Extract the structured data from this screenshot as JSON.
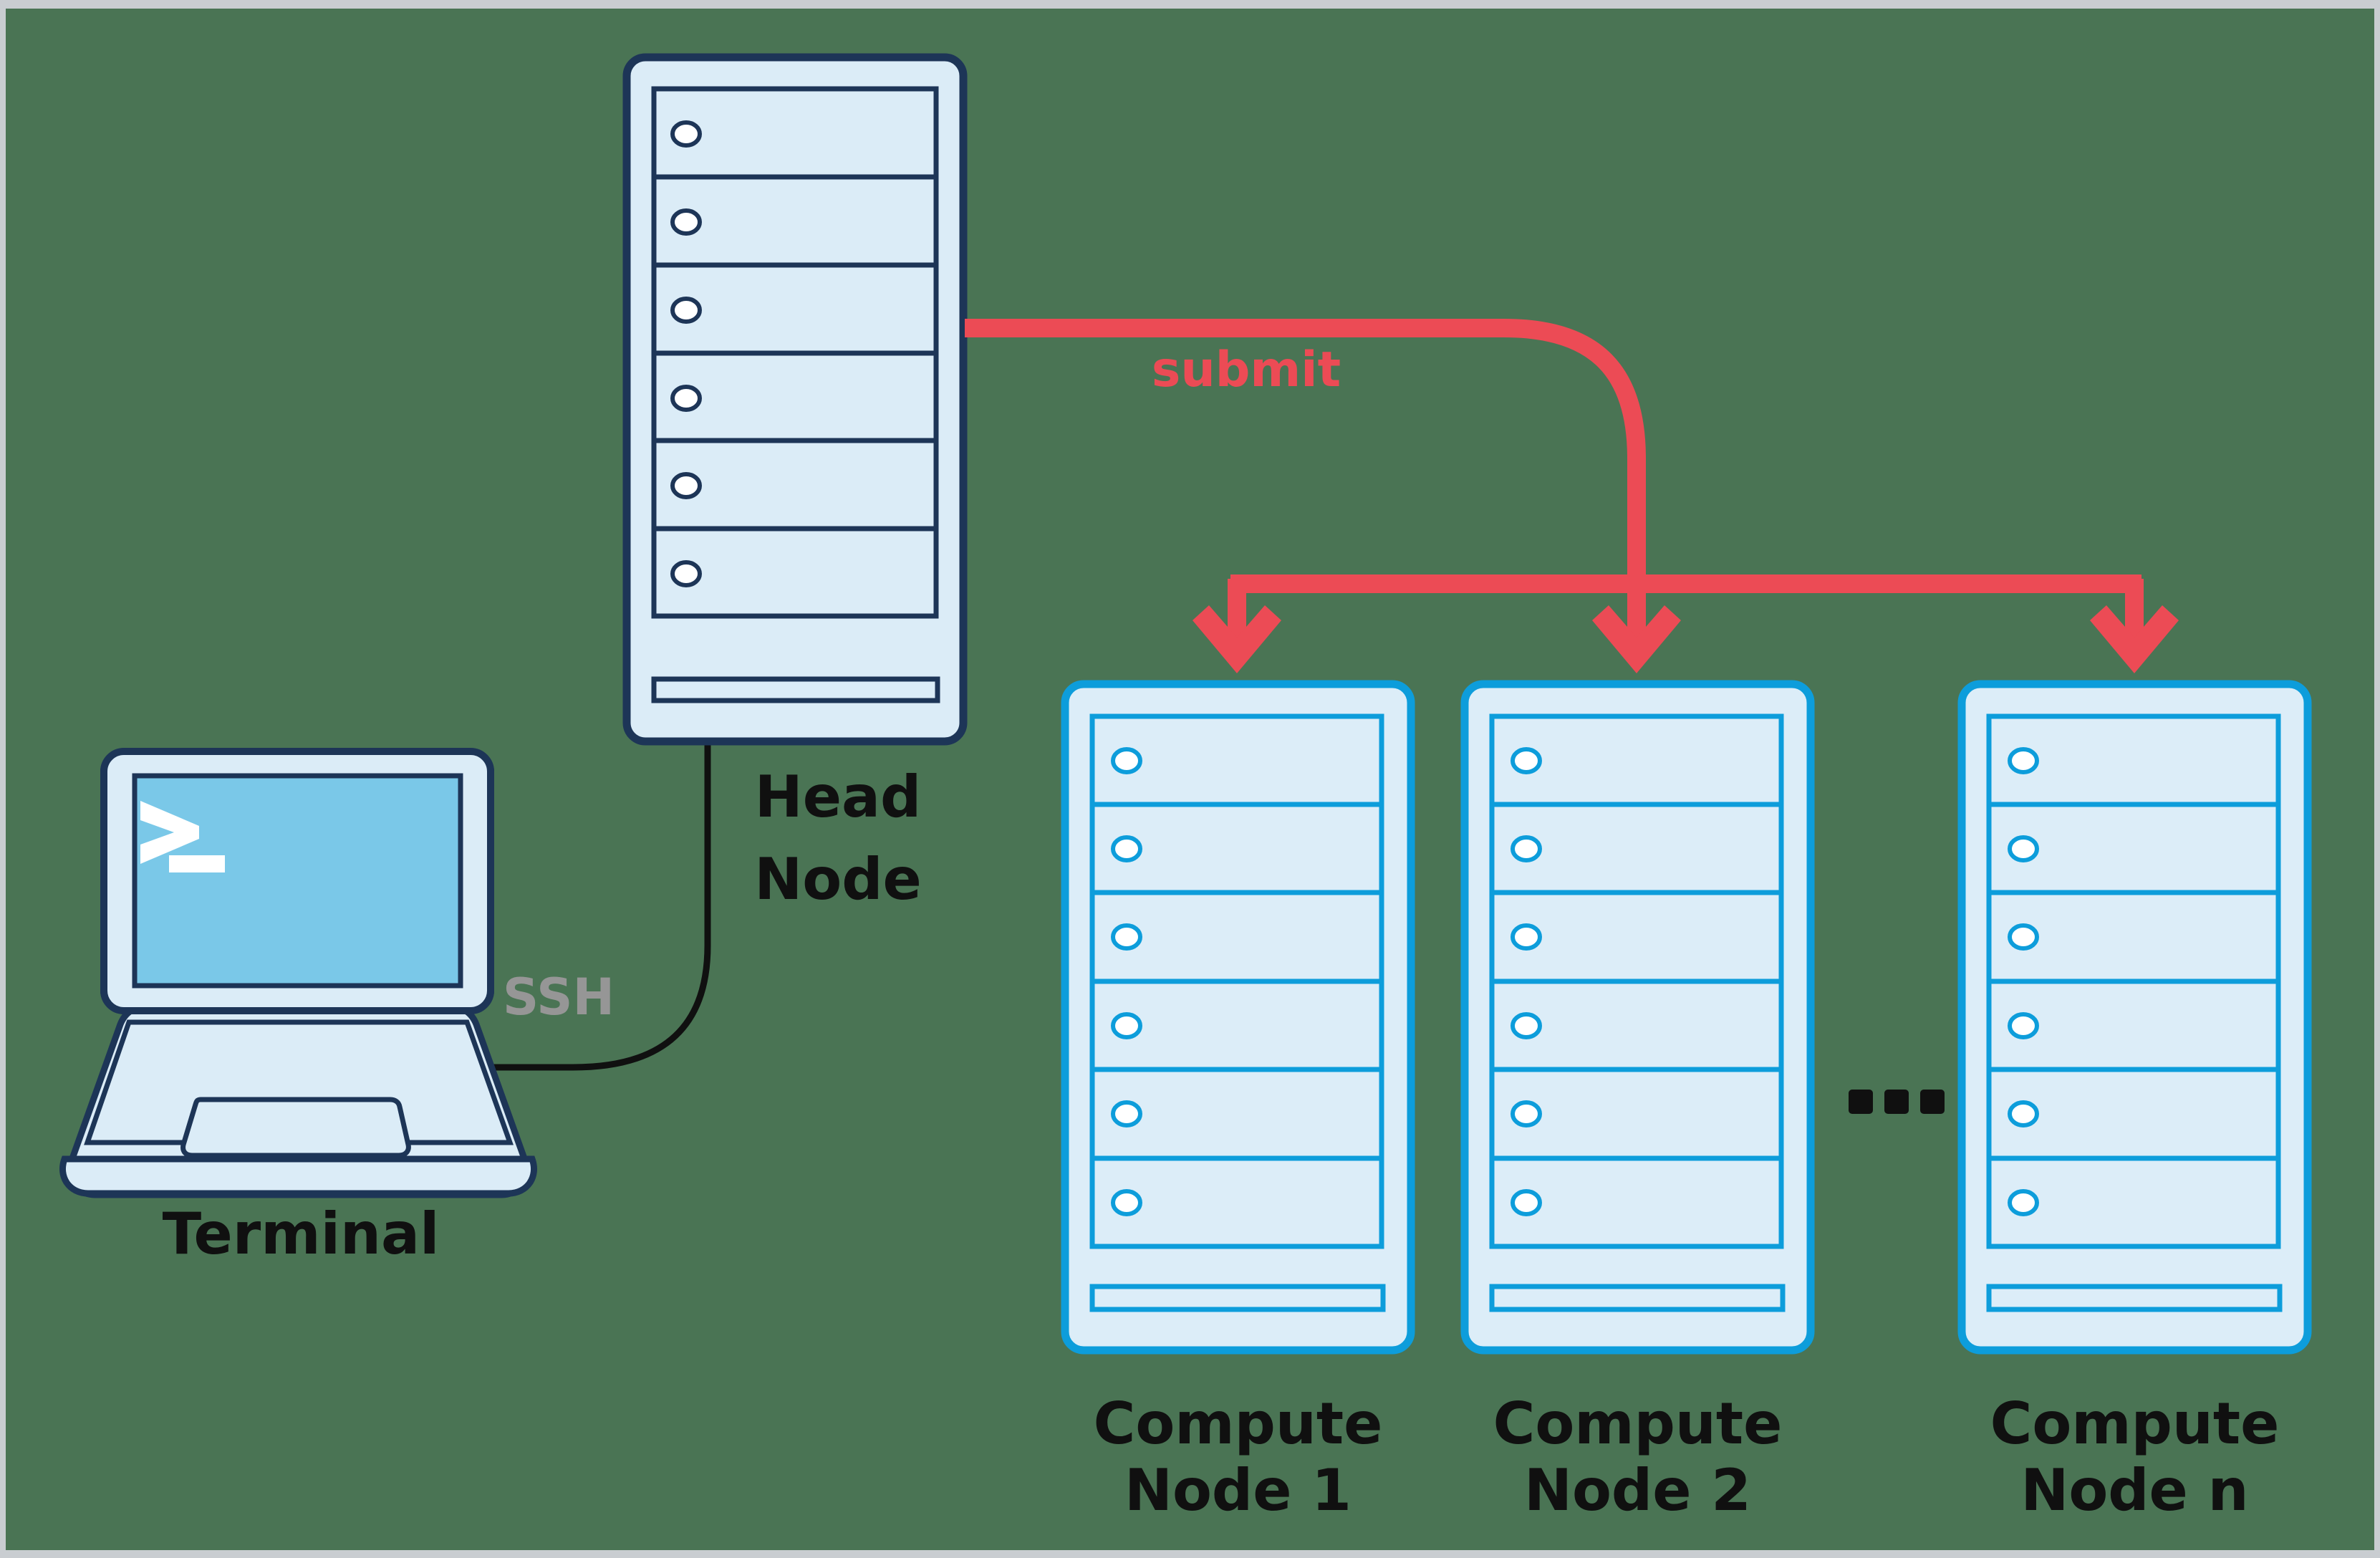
{
  "diagram": {
    "title": "HPC cluster job submission diagram",
    "background_color": "#4a7454",
    "border_color": "#c9cdd1"
  },
  "colors": {
    "head_node_stroke": "#1d3557",
    "head_node_fill": "#dbecf7",
    "compute_node_stroke": "#0d9ddb",
    "compute_node_fill": "#dcedf8",
    "laptop_stroke": "#1d3557",
    "laptop_fill": "#dbecf7",
    "laptop_screen": "#7ac8e8",
    "prompt_color": "#ffffff",
    "submit_arrow": "#ec4b55",
    "ssh_line": "#101010",
    "ssh_text": "#969696",
    "label_text": "#101010",
    "slot_circle_fill": "#ffffff"
  },
  "terminal": {
    "label": "Terminal",
    "prompt_symbol": ">",
    "cursor_symbol": "_",
    "icon": "laptop-terminal-icon"
  },
  "head_node": {
    "label": "Head\nNode",
    "label_line_1": "Head",
    "label_line_2": "Node",
    "slot_count": 6,
    "icon": "server-rack-icon"
  },
  "compute_nodes": [
    {
      "label_line_1": "Compute",
      "label_line_2": "Node 1",
      "label": "Compute Node 1",
      "slot_count": 6,
      "icon": "server-rack-icon"
    },
    {
      "label_line_1": "Compute",
      "label_line_2": "Node 2",
      "label": "Compute Node 2",
      "slot_count": 6,
      "icon": "server-rack-icon"
    },
    {
      "label_line_1": "Compute",
      "label_line_2": "Node n",
      "label": "Compute Node n",
      "slot_count": 6,
      "icon": "server-rack-icon"
    }
  ],
  "ellipsis": {
    "label": "...",
    "dot_count": 3,
    "icon": "ellipsis-icon"
  },
  "connections": {
    "ssh": {
      "label": "SSH",
      "from": "Terminal",
      "to": "Head Node",
      "style": "solid-curve",
      "color": "#101010"
    },
    "submit": {
      "label": "submit",
      "from": "Head Node",
      "to": "Compute Nodes",
      "style": "fan-out-arrows",
      "arrow_count": 3,
      "color": "#ec4b55"
    }
  }
}
